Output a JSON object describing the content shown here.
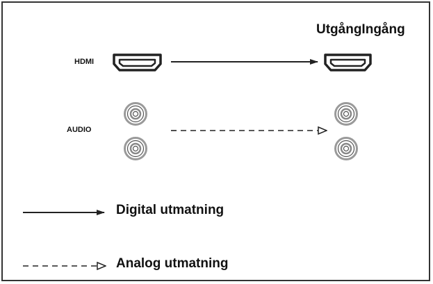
{
  "diagram": {
    "title": "UtgångIngång",
    "labels": {
      "hdmi": "HDMI",
      "audio": "AUDIO"
    },
    "legend": {
      "digital": "Digital utmatning",
      "analog": "Analog utmatning"
    },
    "icons": {
      "hdmi_port": "hdmi-port-icon",
      "rca_jack": "rca-jack-icon",
      "solid_arrow": "solid-arrow",
      "dashed_arrow": "dashed-hollow-arrow"
    },
    "colors": {
      "line": "#222222",
      "text": "#111111",
      "jack_grey": "#9a9a9a",
      "border": "#333333"
    }
  }
}
